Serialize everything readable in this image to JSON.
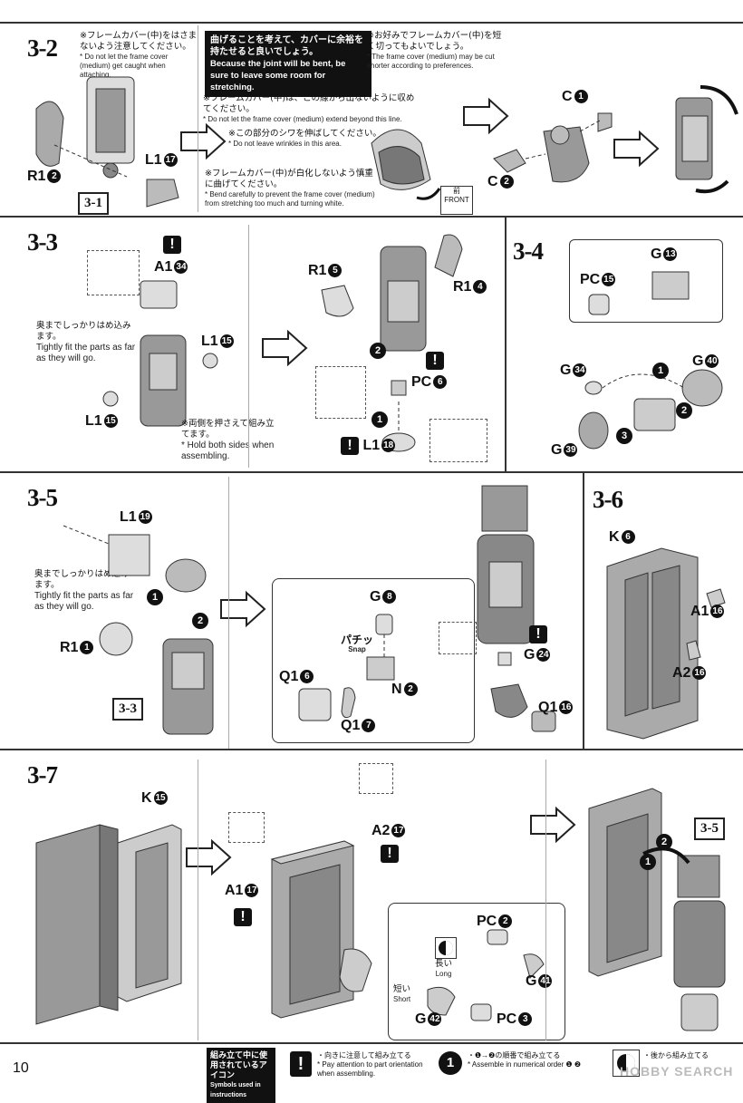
{
  "page_number": "10",
  "s32": {
    "step": "3-2",
    "note1_jp": "※フレームカバー(中)をはさまないよう注意してください。",
    "note1_en": "* Do not let the frame cover (medium) get caught when attaching.",
    "box_jp": "曲げることを考えて、カバーに余裕を持たせると良いでしょう。",
    "box_en": "Because the joint will be bent, be sure to leave some room for stretching.",
    "note2_jp": "※お好みでフレームカバー(中)を短く切ってもよいでしょう。",
    "note2_en": "* The frame cover (medium) may be cut shorter according to preferences.",
    "note3_jp": "※フレームカバー(中)は、この線から出ないように収めてください。",
    "note3_en": "* Do not let the frame cover (medium) extend beyond this line.",
    "note4_jp": "※この部分のシワを伸ばしてください。",
    "note4_en": "* Do not leave wrinkles in this area.",
    "note5_jp": "※フレームカバー(中)が白化しないよう慎重に曲げてください。",
    "note5_en": "* Bend carefully to prevent the frame cover (medium) from stretching too much and turning white.",
    "front_jp": "前",
    "front_en": "FRONT",
    "r1": "R1",
    "r1_n": "2",
    "l1": "L1",
    "l1_n": "17",
    "ref": "3-1",
    "c1": "C",
    "c1_n": "1",
    "c2": "C",
    "c2_n": "2"
  },
  "s33": {
    "step": "3-3",
    "a1": "A1",
    "a1_n": "34",
    "fit_jp": "奥までしっかりはめ込みます。",
    "fit_en": "Tightly fit the parts as far as they will go.",
    "l1a": "L1",
    "l1a_n": "15",
    "l1b": "L1",
    "l1b_n": "15",
    "hold_jp": "※両側を押さえて組み立てます。",
    "hold_en": "* Hold both sides when assembling.",
    "r1a": "R1",
    "r1a_n": "5",
    "r1b": "R1",
    "r1b_n": "4",
    "pc": "PC",
    "pc_n": "6",
    "l1c": "L1",
    "l1c_n": "18"
  },
  "s34": {
    "step": "3-4",
    "g13": "G",
    "g13_n": "13",
    "pc15": "PC",
    "pc15_n": "15",
    "g34": "G",
    "g34_n": "34",
    "g40": "G",
    "g40_n": "40",
    "g39": "G",
    "g39_n": "39"
  },
  "s35": {
    "step": "3-5",
    "l1": "L1",
    "l1_n": "19",
    "fit_jp": "奥までしっかりはめ込みます。",
    "fit_en": "Tightly fit the parts as far as they will go.",
    "r1": "R1",
    "r1_n": "1",
    "ref": "3-3",
    "g8": "G",
    "g8_n": "8",
    "snap_jp": "パチッ",
    "snap_en": "Snap",
    "q16": "Q1",
    "q16_n": "6",
    "n2": "N",
    "n2_n": "2",
    "q17": "Q1",
    "q17_n": "7",
    "g24": "G",
    "g24_n": "24",
    "q116": "Q1",
    "q116_n": "16"
  },
  "s36": {
    "step": "3-6",
    "k6": "K",
    "k6_n": "6",
    "a16": "A1",
    "a16_n": "16",
    "a26": "A2",
    "a26_n": "16"
  },
  "s37": {
    "step": "3-7",
    "k15": "K",
    "k15_n": "15",
    "a2": "A2",
    "a2_n": "17",
    "a1": "A1",
    "a1_n": "17",
    "pc2": "PC",
    "pc2_n": "2",
    "long_jp": "長い",
    "long_en": "Long",
    "short_jp": "短い",
    "short_en": "Short",
    "g41": "G",
    "g41_n": "41",
    "g42": "G",
    "g42_n": "42",
    "pc3": "PC",
    "pc3_n": "3",
    "ref": "3-5"
  },
  "footer": {
    "legend_jp": "組み立て中に使用されているアイコン",
    "legend_en": "Symbols used in instructions",
    "warn_jp": "・向きに注意して組み立てる",
    "warn_en": "* Pay attention to part orientation when assembling.",
    "order_jp": "・❶→❷の順番で組み立てる",
    "order_en": "* Assemble in numerical order ❶ ❷",
    "back_jp": "・後から組み立てる",
    "watermark": "HOBBY SEARCH"
  }
}
